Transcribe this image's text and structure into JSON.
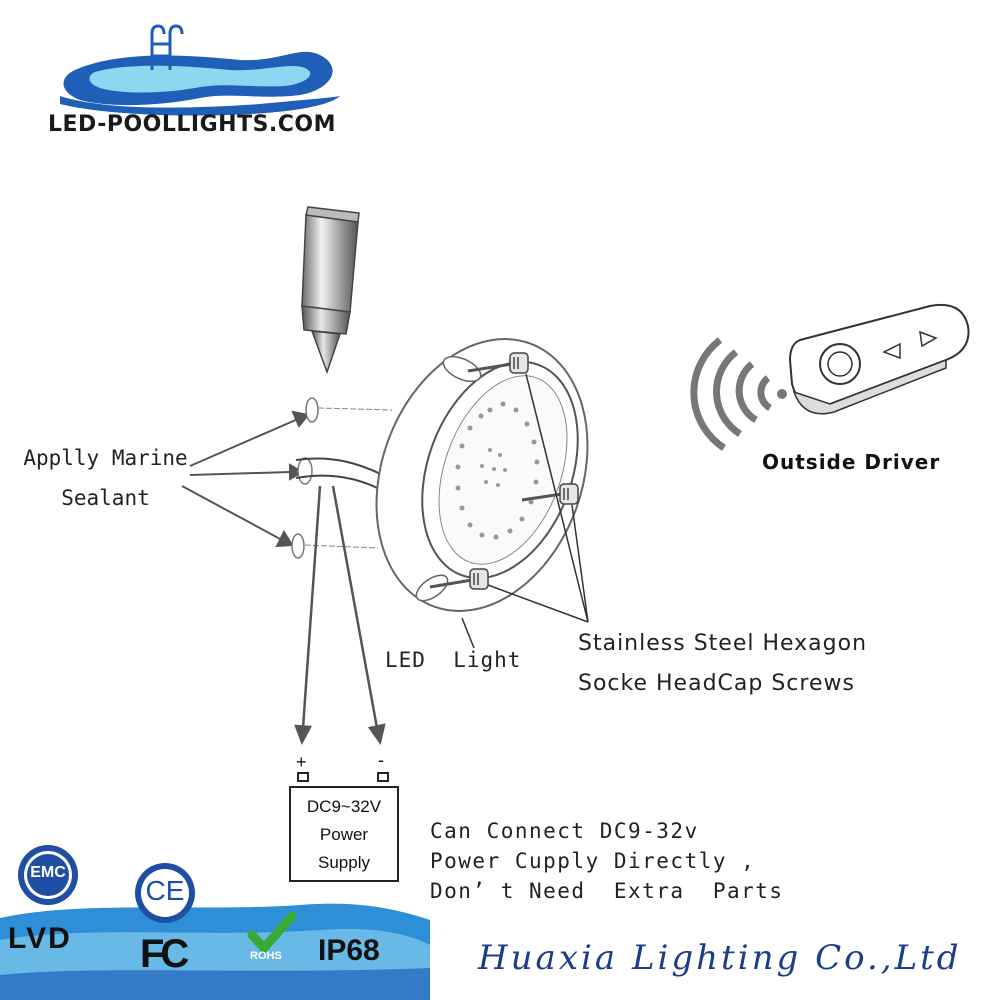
{
  "brand": {
    "logo_text": "LED-POOLLIGHTS.COM"
  },
  "labels": {
    "sealant_line1": "Applly Marine",
    "sealant_line2": "Sealant",
    "outside_driver": "Outside Driver",
    "screws_line1": "Stainless Steel Hexagon",
    "screws_line2": "Socke HeadCap Screws",
    "led_light": "LED  Light"
  },
  "power_supply": {
    "line1": "DC9~32V",
    "line2": "Power",
    "line3": "Supply",
    "plus": "+",
    "minus": "-"
  },
  "connect_note": {
    "line1": "Can Connect DC9-32v",
    "line2": "Power Cupply Directly ,",
    "line3": "Don’ t Need  Extra  Parts"
  },
  "certifications": {
    "emc": "EMC",
    "ce": "CE",
    "lvd": "LVD",
    "fc": "FC",
    "rohs": "ROHS",
    "ip": "IP68"
  },
  "footer": {
    "company": "Huaxia Lighting Co.,Ltd"
  },
  "colors": {
    "pool_blue": "#1f5fb8",
    "water_light": "#8fd6f0",
    "footer_wave": "#2e8fd6",
    "company_text": "#1c3d8a",
    "rohs_green": "#39a935"
  },
  "icons": {
    "logo": "pool-ladder-icon",
    "sealant_tube": "sealant-tube-icon",
    "remote": "remote-control-icon",
    "signal": "wireless-signal-icon",
    "light": "led-light-fixture-icon"
  }
}
